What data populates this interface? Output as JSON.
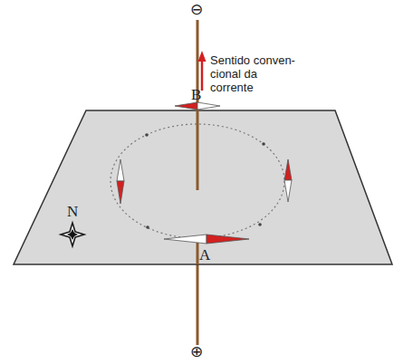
{
  "diagram": {
    "labels": [
      "⊖",
      "Sentido conven- cional da corrente",
      "B",
      "N",
      "A",
      "⊕"
    ]
  }
}
